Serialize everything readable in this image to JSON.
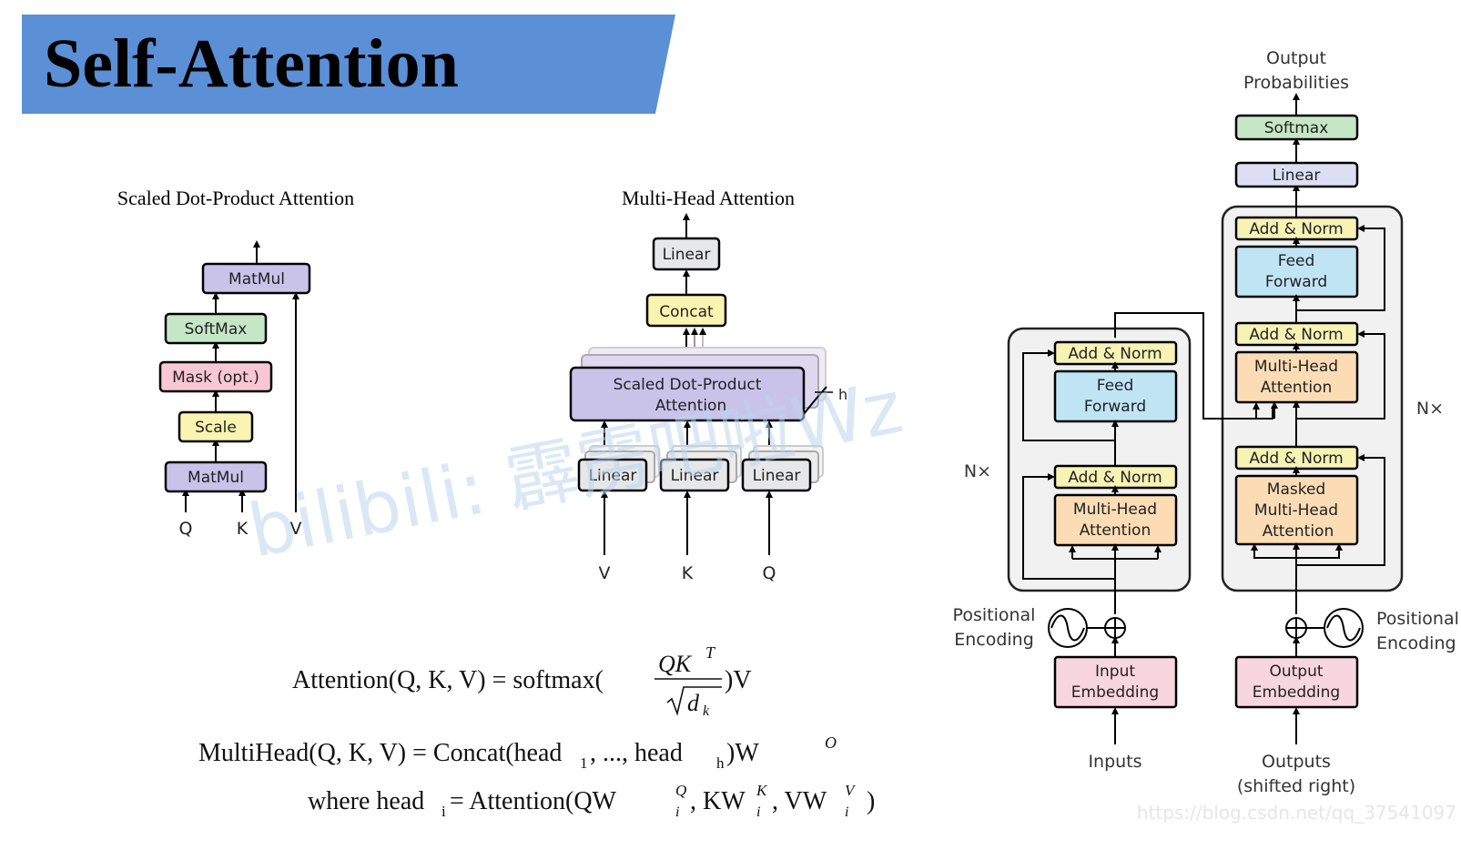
{
  "title": "Self-Attention",
  "colors": {
    "banner": "#5b8fd6",
    "matmul": "#c9c3ea",
    "softmax": "#c6e7c6",
    "mask": "#f9c7d4",
    "scale": "#fbf3b0",
    "concat": "#fbf3b0",
    "linear_head": "#e6e7e8",
    "linear_out": "#dcdff4",
    "feed_forward": "#bfe5f5",
    "attention": "#fbdcb4",
    "add_norm": "#f7f3b5",
    "embedding": "#f8d6df",
    "block_bg": "#f1f1f1"
  },
  "scaled_dot": {
    "title": "Scaled Dot-Product Attention",
    "matmul_top": "MatMul",
    "softmax": "SoftMax",
    "mask": "Mask (opt.)",
    "scale": "Scale",
    "matmul_bottom": "MatMul",
    "q": "Q",
    "k": "K",
    "v": "V"
  },
  "multi_head": {
    "title": "Multi-Head Attention",
    "linear_top": "Linear",
    "concat": "Concat",
    "sdpa_line1": "Scaled Dot-Product",
    "sdpa_line2": "Attention",
    "h": "h",
    "linear_v": "Linear",
    "linear_k": "Linear",
    "linear_q": "Linear",
    "v": "V",
    "k": "K",
    "q": "Q"
  },
  "transformer": {
    "output_prob_line1": "Output",
    "output_prob_line2": "Probabilities",
    "softmax": "Softmax",
    "linear": "Linear",
    "dec_add_norm_top": "Add & Norm",
    "dec_ff_line1": "Feed",
    "dec_ff_line2": "Forward",
    "dec_add_norm_mid": "Add & Norm",
    "dec_mha_line1": "Multi-Head",
    "dec_mha_line2": "Attention",
    "dec_add_norm_bot": "Add & Norm",
    "dec_masked_line1": "Masked",
    "dec_masked_line2": "Multi-Head",
    "dec_masked_line3": "Attention",
    "enc_add_norm_top": "Add & Norm",
    "enc_ff_line1": "Feed",
    "enc_ff_line2": "Forward",
    "enc_add_norm_bot": "Add & Norm",
    "enc_mha_line1": "Multi-Head",
    "enc_mha_line2": "Attention",
    "nx_left": "N×",
    "nx_right": "N×",
    "pos_enc_left_line1": "Positional",
    "pos_enc_left_line2": "Encoding",
    "pos_enc_right_line1": "Positional",
    "pos_enc_right_line2": "Encoding",
    "input_emb_line1": "Input",
    "input_emb_line2": "Embedding",
    "output_emb_line1": "Output",
    "output_emb_line2": "Embedding",
    "inputs": "Inputs",
    "outputs_line1": "Outputs",
    "outputs_line2": "(shifted right)"
  },
  "formulas": {
    "attention_lhs": "Attention(Q, K, V) = softmax(",
    "attention_num": "QK",
    "attention_sup": "T",
    "attention_den": "d",
    "attention_den_sub": "k",
    "attention_rhs": ")V",
    "multihead": "MultiHead(Q, K, V) = Concat(head",
    "multihead_sub1": "1",
    "multihead_mid": ", ..., head",
    "multihead_subh": "h",
    "multihead_end": ")W",
    "multihead_sup": "O",
    "where_head": "where head",
    "where_sub": "i",
    "where_eq": " = Attention(QW",
    "where_sup_q": "Q",
    "where_kw": ", KW",
    "where_sup_k": "K",
    "where_vw": ", VW",
    "where_sup_v": "V",
    "where_end": ")",
    "i": "i"
  },
  "watermark": "bilibili: 霹雳吧啦Wz",
  "url_watermark": "https://blog.csdn.net/qq_37541097"
}
